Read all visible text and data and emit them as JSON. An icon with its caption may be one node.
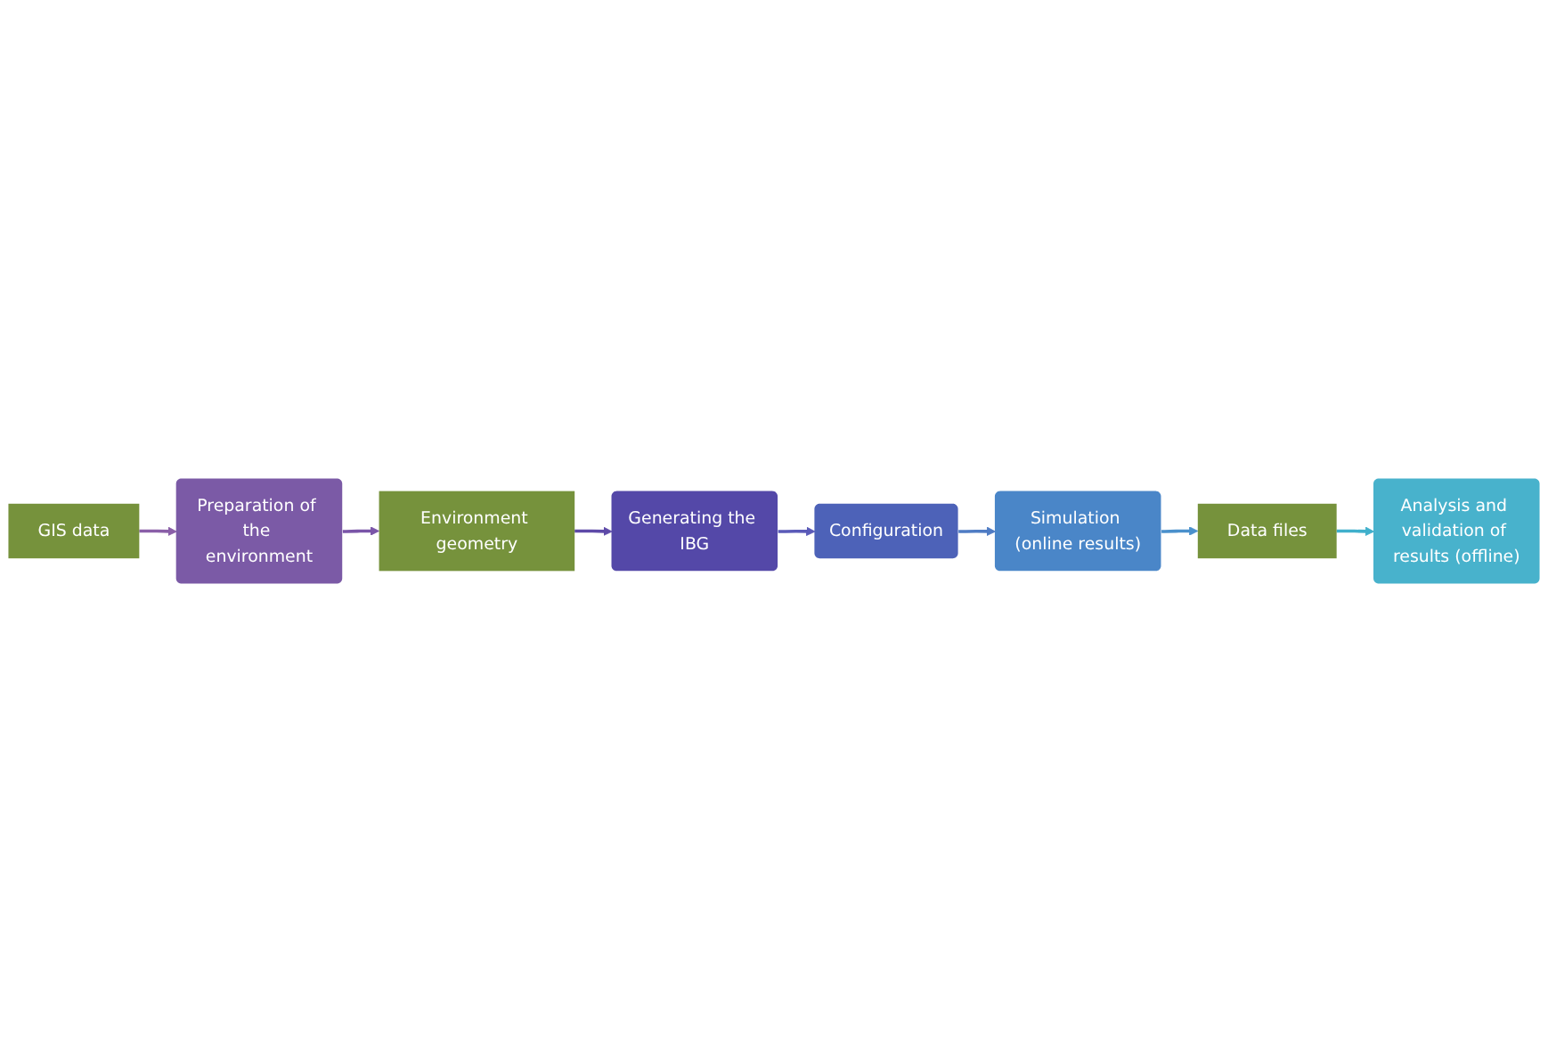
{
  "diagram": {
    "nodes": [
      {
        "text": [
          "GIS data"
        ]
      },
      {
        "text": [
          "Preparation of the environment"
        ]
      },
      {
        "text": [
          "Environment geometry"
        ]
      },
      {
        "text": [
          "Generating the IBG"
        ]
      },
      {
        "text": [
          "Configuration"
        ]
      },
      {
        "text": [
          "Simulation (online results)"
        ]
      },
      {
        "text": [
          "Data files"
        ]
      },
      {
        "text": [
          "Analysis and validation of results (offline)"
        ]
      }
    ],
    "edges": [
      {
        "from": 0,
        "to": 1,
        "arrow": "to",
        "color": "#8a5fa8"
      },
      {
        "from": 1,
        "to": 2,
        "arrow": "to",
        "color": "#7a55a8"
      },
      {
        "from": 2,
        "to": 3,
        "arrow": "to",
        "color": "#5e4aa8"
      },
      {
        "from": 3,
        "to": 4,
        "arrow": "to",
        "color": "#5a5ab8"
      },
      {
        "from": 4,
        "to": 5,
        "arrow": "to",
        "color": "#4f7cc4"
      },
      {
        "from": 5,
        "to": 6,
        "arrow": "to",
        "color": "#4a90cc"
      },
      {
        "from": 6,
        "to": 7,
        "arrow": "to",
        "color": "#40b0cc"
      }
    ]
  }
}
